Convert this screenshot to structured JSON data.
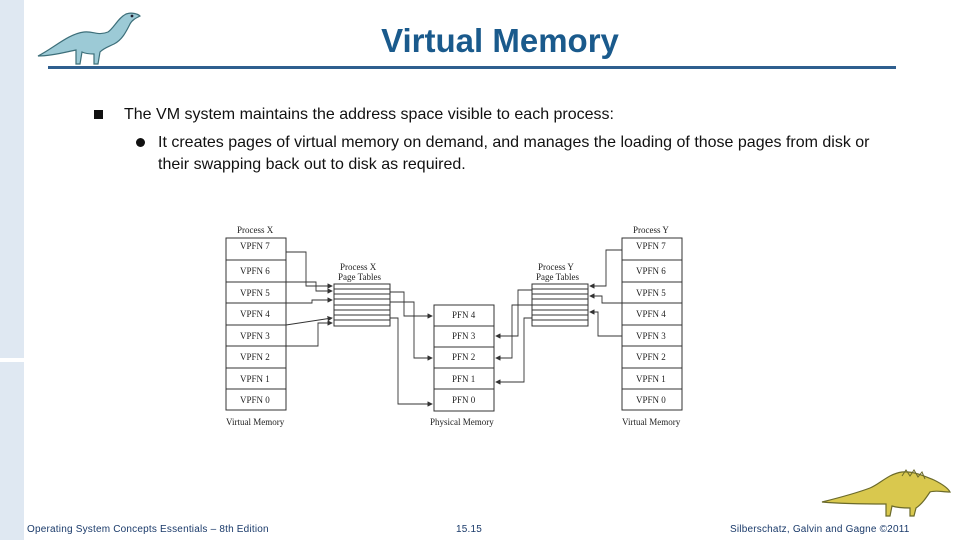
{
  "slide": {
    "title": "Virtual Memory",
    "bullets": [
      "The VM system maintains the address space visible to each process:",
      "It creates pages of virtual memory on demand, and manages the loading of those pages from disk or their swapping back out to disk as required."
    ]
  },
  "diagram": {
    "process_x_label": "Process X",
    "process_y_label": "Process Y",
    "virtual_pages": [
      "VPFN 7",
      "VPFN 6",
      "VPFN 5",
      "VPFN 4",
      "VPFN 3",
      "VPFN 2",
      "VPFN 1",
      "VPFN 0"
    ],
    "physical_pages": [
      "PFN 4",
      "PFN 3",
      "PFN 2",
      "PFN 1",
      "PFN 0"
    ],
    "page_tables_x": [
      "Process X",
      "Page Tables"
    ],
    "page_tables_y": [
      "Process Y",
      "Page Tables"
    ],
    "virtual_memory_caption": "Virtual Memory",
    "physical_memory_caption": "Physical Memory"
  },
  "footer": {
    "left": "Operating System Concepts Essentials – 8th Edition",
    "center": "15.15",
    "right": "Silberschatz, Galvin and Gagne ©2011"
  },
  "icons": [
    "dinosaur-icon",
    "dinosaur-icon"
  ]
}
